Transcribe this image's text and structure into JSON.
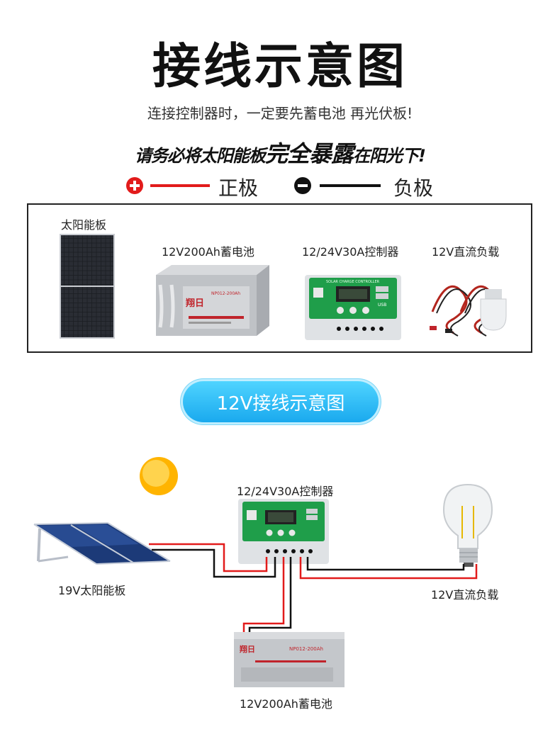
{
  "title": "接线示意图",
  "subtitle": "连接控制器时，一定要先蓄电池 再光伏板!",
  "warning": {
    "pre": "请务必将太阳能板",
    "emphasis": "完全暴露",
    "post": "在阳光下!"
  },
  "legend": {
    "positive": "正极",
    "negative": "负极"
  },
  "components": {
    "panel": "太阳能板",
    "battery": "12V200Ah蓄电池",
    "controller": "12/24V30A控制器",
    "load": "12V直流负载"
  },
  "battery_brand": "翔日",
  "battery_model": "NP012-200Ah",
  "controller_panel_text": "SOLAR CHARGE CONTROLLER",
  "controller_usb": "USB",
  "section_title": "12V接线示意图",
  "diagram": {
    "panel": "19V太阳能板",
    "controller": "12/24V30A控制器",
    "load": "12V直流负载",
    "battery": "12V200Ah蓄电池"
  },
  "colors": {
    "positive": "#e21b1b",
    "negative": "#111111",
    "controller_green": "#1f9e4a",
    "accent_blue": "#1aa9ee"
  }
}
